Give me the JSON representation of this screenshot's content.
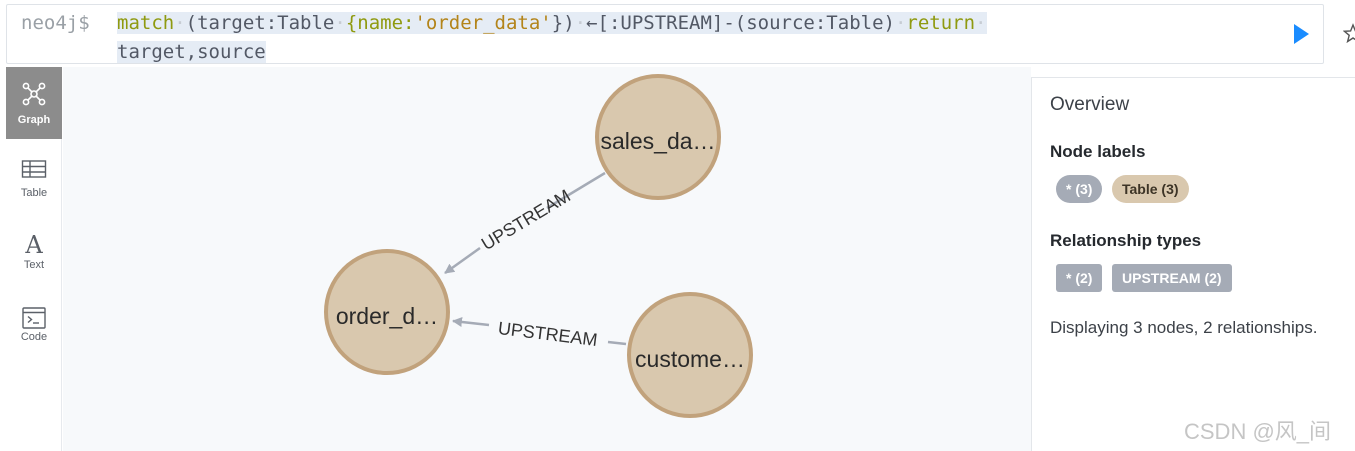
{
  "editor": {
    "prompt": "neo4j$",
    "line1": [
      {
        "t": "match",
        "c": "kw"
      },
      {
        "t": "·",
        "c": "dot"
      },
      {
        "t": "(target:Table",
        "c": ""
      },
      {
        "t": "·",
        "c": "dot"
      },
      {
        "t": "{name:",
        "c": "kw"
      },
      {
        "t": "'order_data'",
        "c": "str"
      },
      {
        "t": "})",
        "c": ""
      },
      {
        "t": "·",
        "c": "dot"
      },
      {
        "t": "←[:UPSTREAM]-(source:Table)",
        "c": ""
      },
      {
        "t": "·",
        "c": "dot"
      },
      {
        "t": "return",
        "c": "kw"
      },
      {
        "t": "·",
        "c": "dot"
      }
    ],
    "line2": "target,source",
    "run_icon": "play-icon",
    "favorite_icon": "star-icon"
  },
  "views": [
    {
      "label": "Graph",
      "icon": "graph-icon",
      "active": true
    },
    {
      "label": "Table",
      "icon": "table-icon",
      "active": false
    },
    {
      "label": "Text",
      "icon": "text-icon",
      "active": false
    },
    {
      "label": "Code",
      "icon": "code-icon",
      "active": false
    }
  ],
  "graph": {
    "nodes": [
      {
        "id": "sales",
        "label": "sales_da…"
      },
      {
        "id": "order",
        "label": "order_d…"
      },
      {
        "id": "customer",
        "label": "custome…"
      }
    ],
    "relationships": [
      {
        "from": "sales",
        "to": "order",
        "type": "UPSTREAM"
      },
      {
        "from": "customer",
        "to": "order",
        "type": "UPSTREAM"
      }
    ],
    "colors": {
      "node_fill": "#d9c8ae",
      "node_stroke": "#c1a27c",
      "edge": "#a5abb6",
      "label": "#2a2a2a"
    }
  },
  "overview": {
    "title": "Overview",
    "node_labels_heading": "Node labels",
    "node_labels": [
      "* (3)",
      "Table (3)"
    ],
    "relationship_types_heading": "Relationship types",
    "relationship_types": [
      "* (2)",
      "UPSTREAM (2)"
    ],
    "summary": "Displaying 3 nodes, 2 relationships."
  },
  "watermark": "CSDN @风_间"
}
